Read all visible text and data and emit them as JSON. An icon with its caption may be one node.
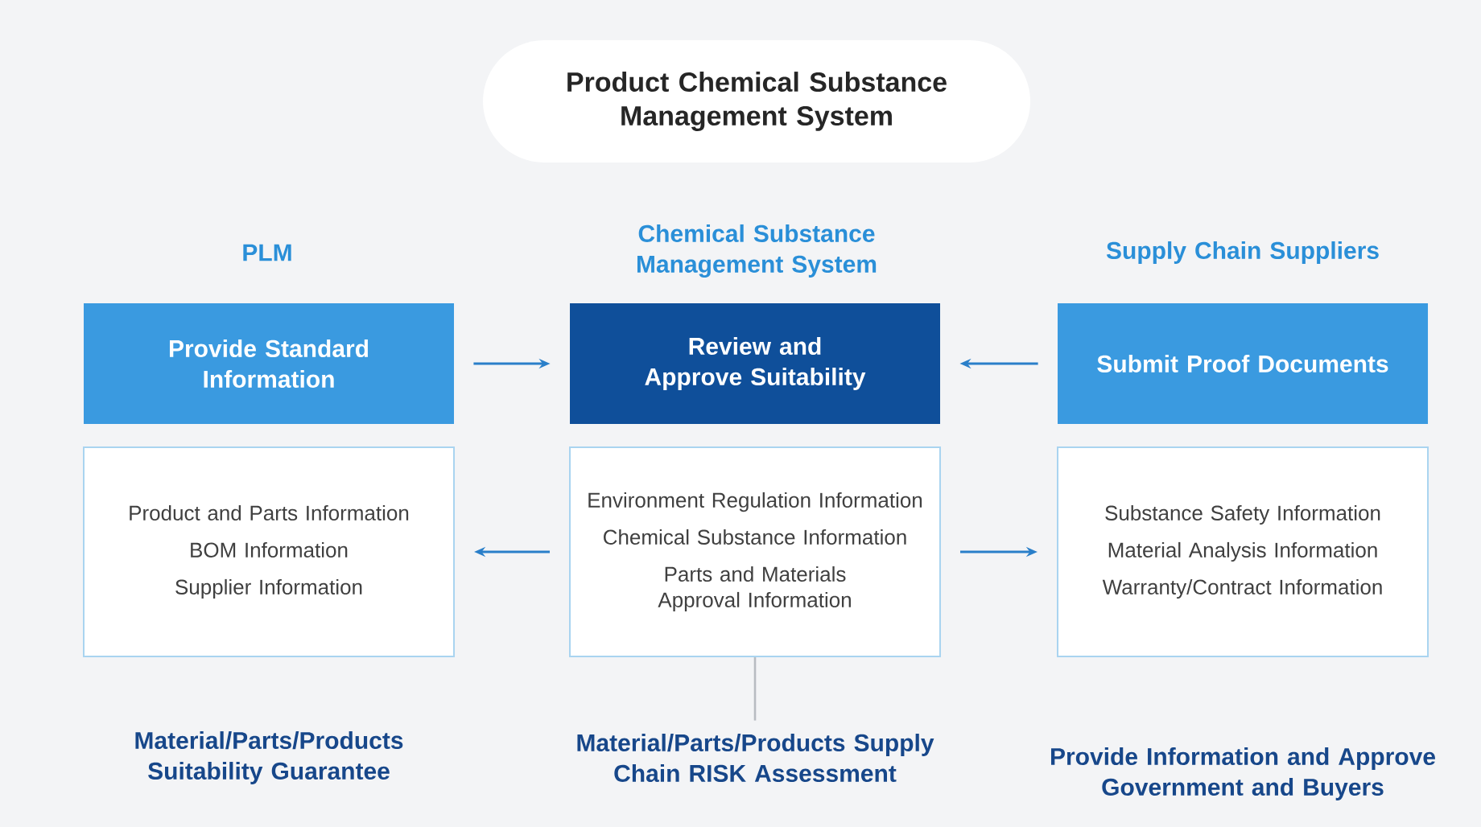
{
  "diagram": {
    "nodes": [
      {
        "text": [
          "Product Chemical Substance Management System"
        ]
      },
      {
        "text": [
          "Provide Standard Information"
        ]
      },
      {
        "text": [
          "Review and Approve Suitability"
        ]
      },
      {
        "text": [
          "Submit Proof Documents"
        ]
      },
      {
        "text": [
          "Product and Parts Information",
          "BOM Information",
          "Supplier Information"
        ]
      },
      {
        "text": [
          "Environment Regulation Information",
          "Chemical Substance Information",
          "Parts and Materials Approval Information"
        ]
      },
      {
        "text": [
          "Substance Safety Information",
          "Material Analysis Information",
          "Warranty/Contract Information"
        ]
      },
      {
        "text": [
          "Material/Parts/Products Supply Chain RISK Assessment"
        ]
      }
    ],
    "edges": [
      {
        "from": 1,
        "to": 2,
        "arrow": "to"
      },
      {
        "from": 3,
        "to": 2,
        "arrow": "to"
      },
      {
        "from": 5,
        "to": 4,
        "arrow": "to"
      },
      {
        "from": 5,
        "to": 6,
        "arrow": "to"
      },
      {
        "from": 5,
        "to": 7,
        "arrow": "none",
        "color": "#b8bcc2"
      }
    ],
    "labels": [
      "PLM",
      "Chemical Substance Management System",
      "Supply Chain Suppliers",
      "Material/Parts/Products Suitability Guarantee",
      "Provide Information and Approve Government and Buyers"
    ]
  }
}
